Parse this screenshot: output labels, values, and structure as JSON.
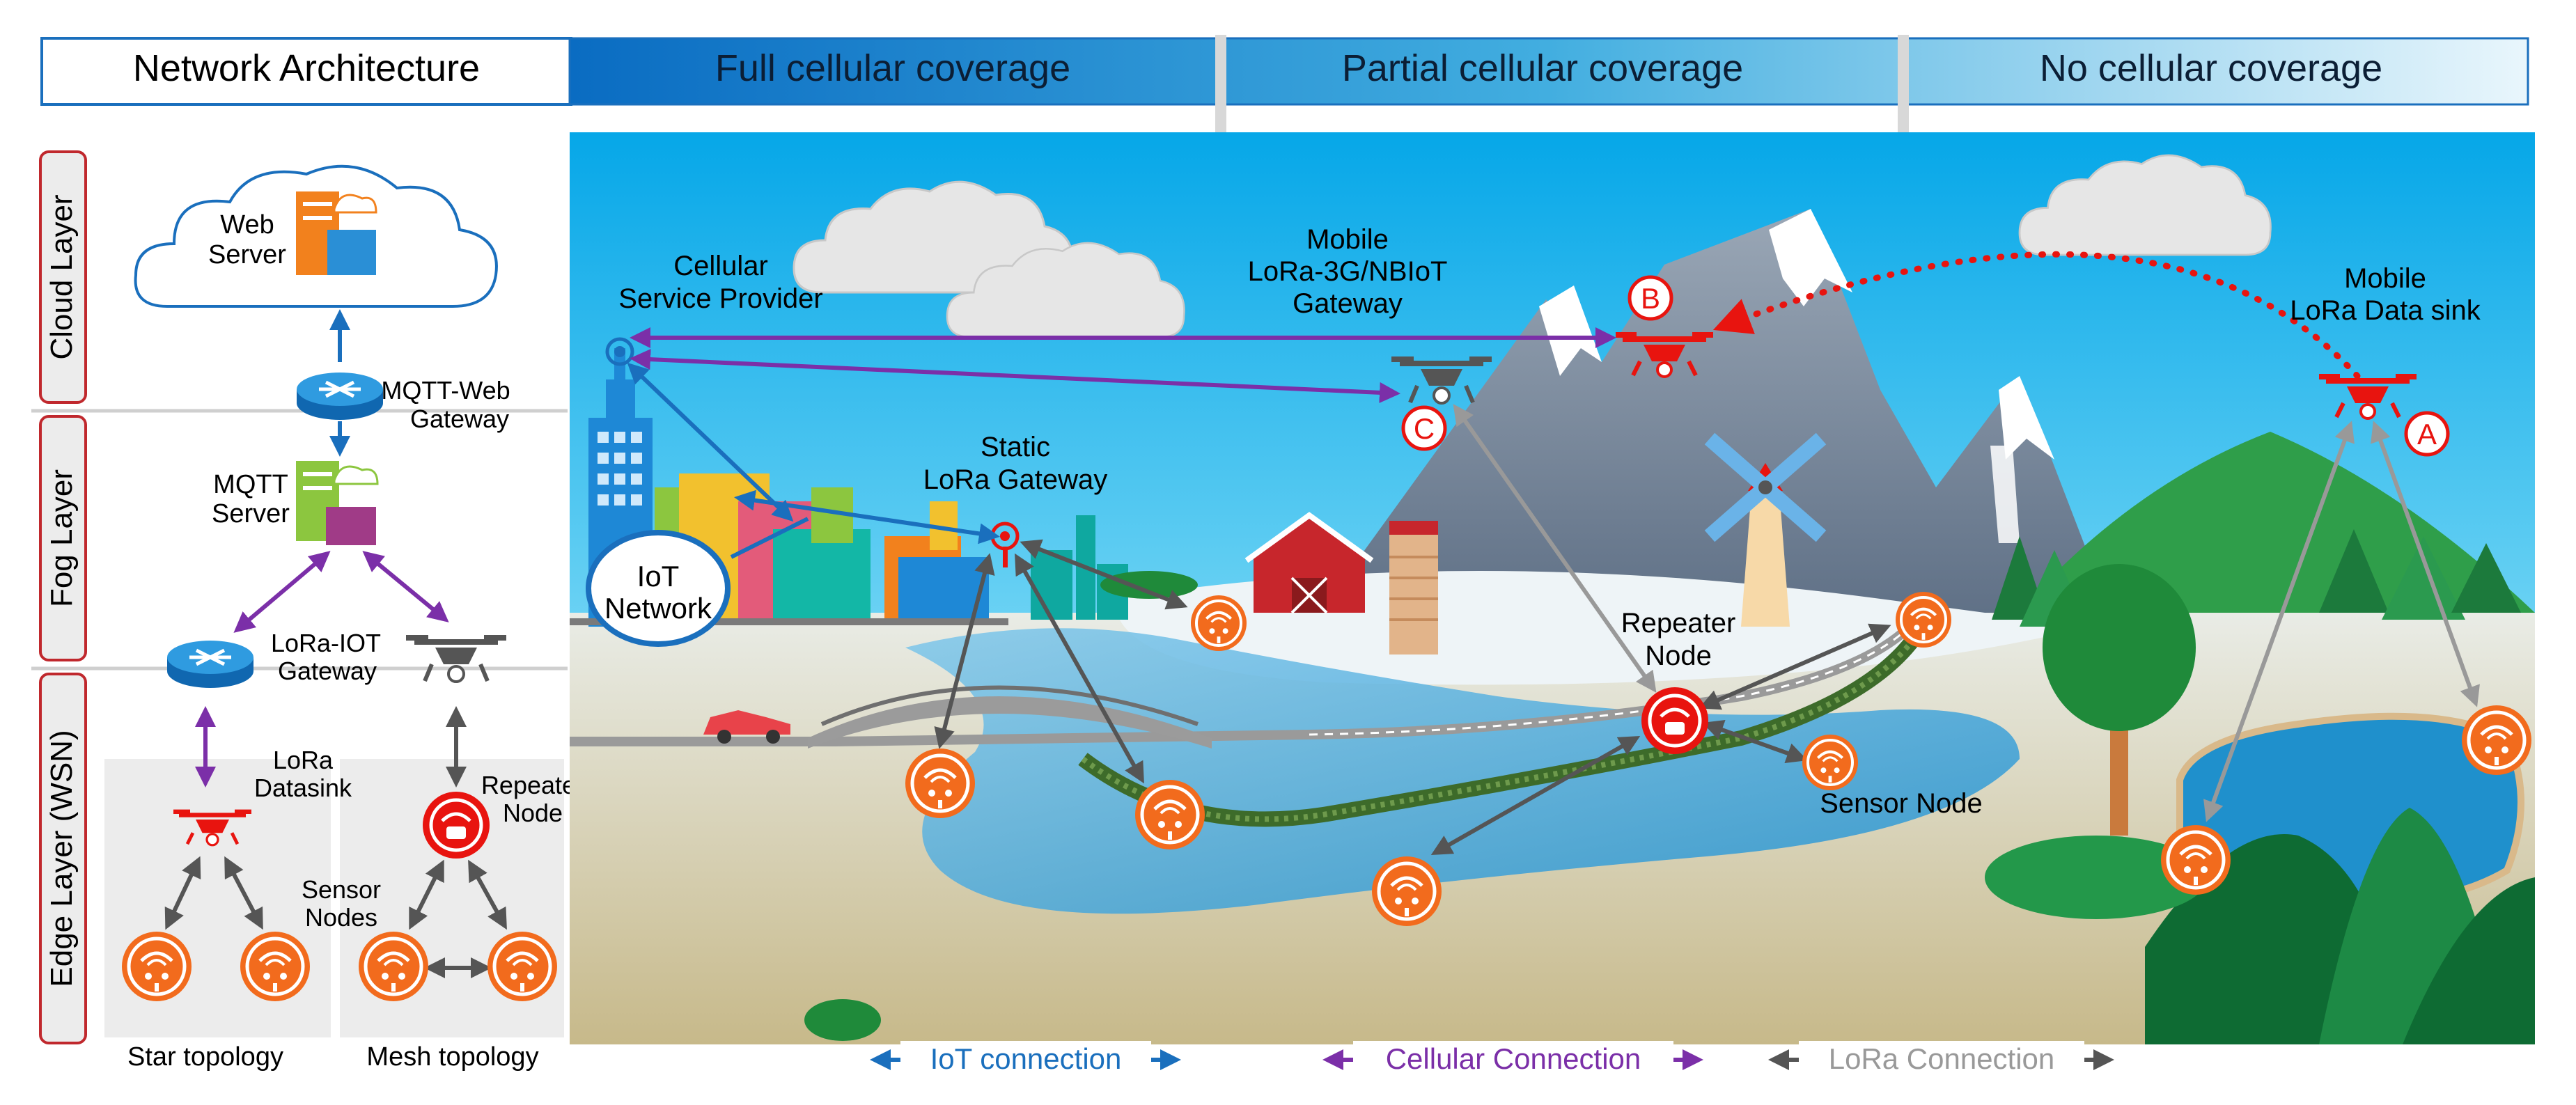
{
  "header": {
    "title": "Network Architecture",
    "coverage": [
      "Full cellular coverage",
      "Partial cellular coverage",
      "No cellular coverage"
    ]
  },
  "layers": {
    "cloud": "Cloud Layer",
    "fog": "Fog Layer",
    "edge": "Edge Layer (WSN)"
  },
  "left_panel": {
    "web_server": [
      "Web",
      "Server"
    ],
    "mqtt_web_gateway": [
      "MQTT-Web",
      "Gateway"
    ],
    "mqtt_server": [
      "MQTT",
      "Server"
    ],
    "lora_iot_gateway": [
      "LoRa-IOT",
      "Gateway"
    ],
    "lora_datasink": [
      "LoRa",
      "Datasink"
    ],
    "repeater_node": [
      "Repeater",
      "Node"
    ],
    "sensor_nodes": [
      "Sensor",
      "Nodes"
    ],
    "star_topology": "Star topology",
    "mesh_topology": "Mesh topology"
  },
  "scene": {
    "cellular_provider": [
      "Cellular",
      "Service Provider"
    ],
    "mobile_gateway": [
      "Mobile",
      "LoRa-3G/NBIoT",
      "Gateway"
    ],
    "mobile_sink": [
      "Mobile",
      "LoRa Data sink"
    ],
    "static_gateway": [
      "Static",
      "LoRa Gateway"
    ],
    "iot_network": [
      "IoT",
      "Network"
    ],
    "repeater_node": [
      "Repeater",
      "Node"
    ],
    "sensor_node": "Sensor Node",
    "markers": [
      "A",
      "B",
      "C"
    ]
  },
  "legend": {
    "iot": "IoT connection",
    "cellular": "Cellular Connection",
    "lora": "LoRa Connection"
  },
  "colors": {
    "iot": "#1a6fbd",
    "cellular": "#7b2fa8",
    "lora": "#8a8a8a",
    "sensor": "#f26b1d",
    "repeater": "#e8140f",
    "sky_top": "#0a9fe0",
    "layer_border": "#c0282d"
  }
}
